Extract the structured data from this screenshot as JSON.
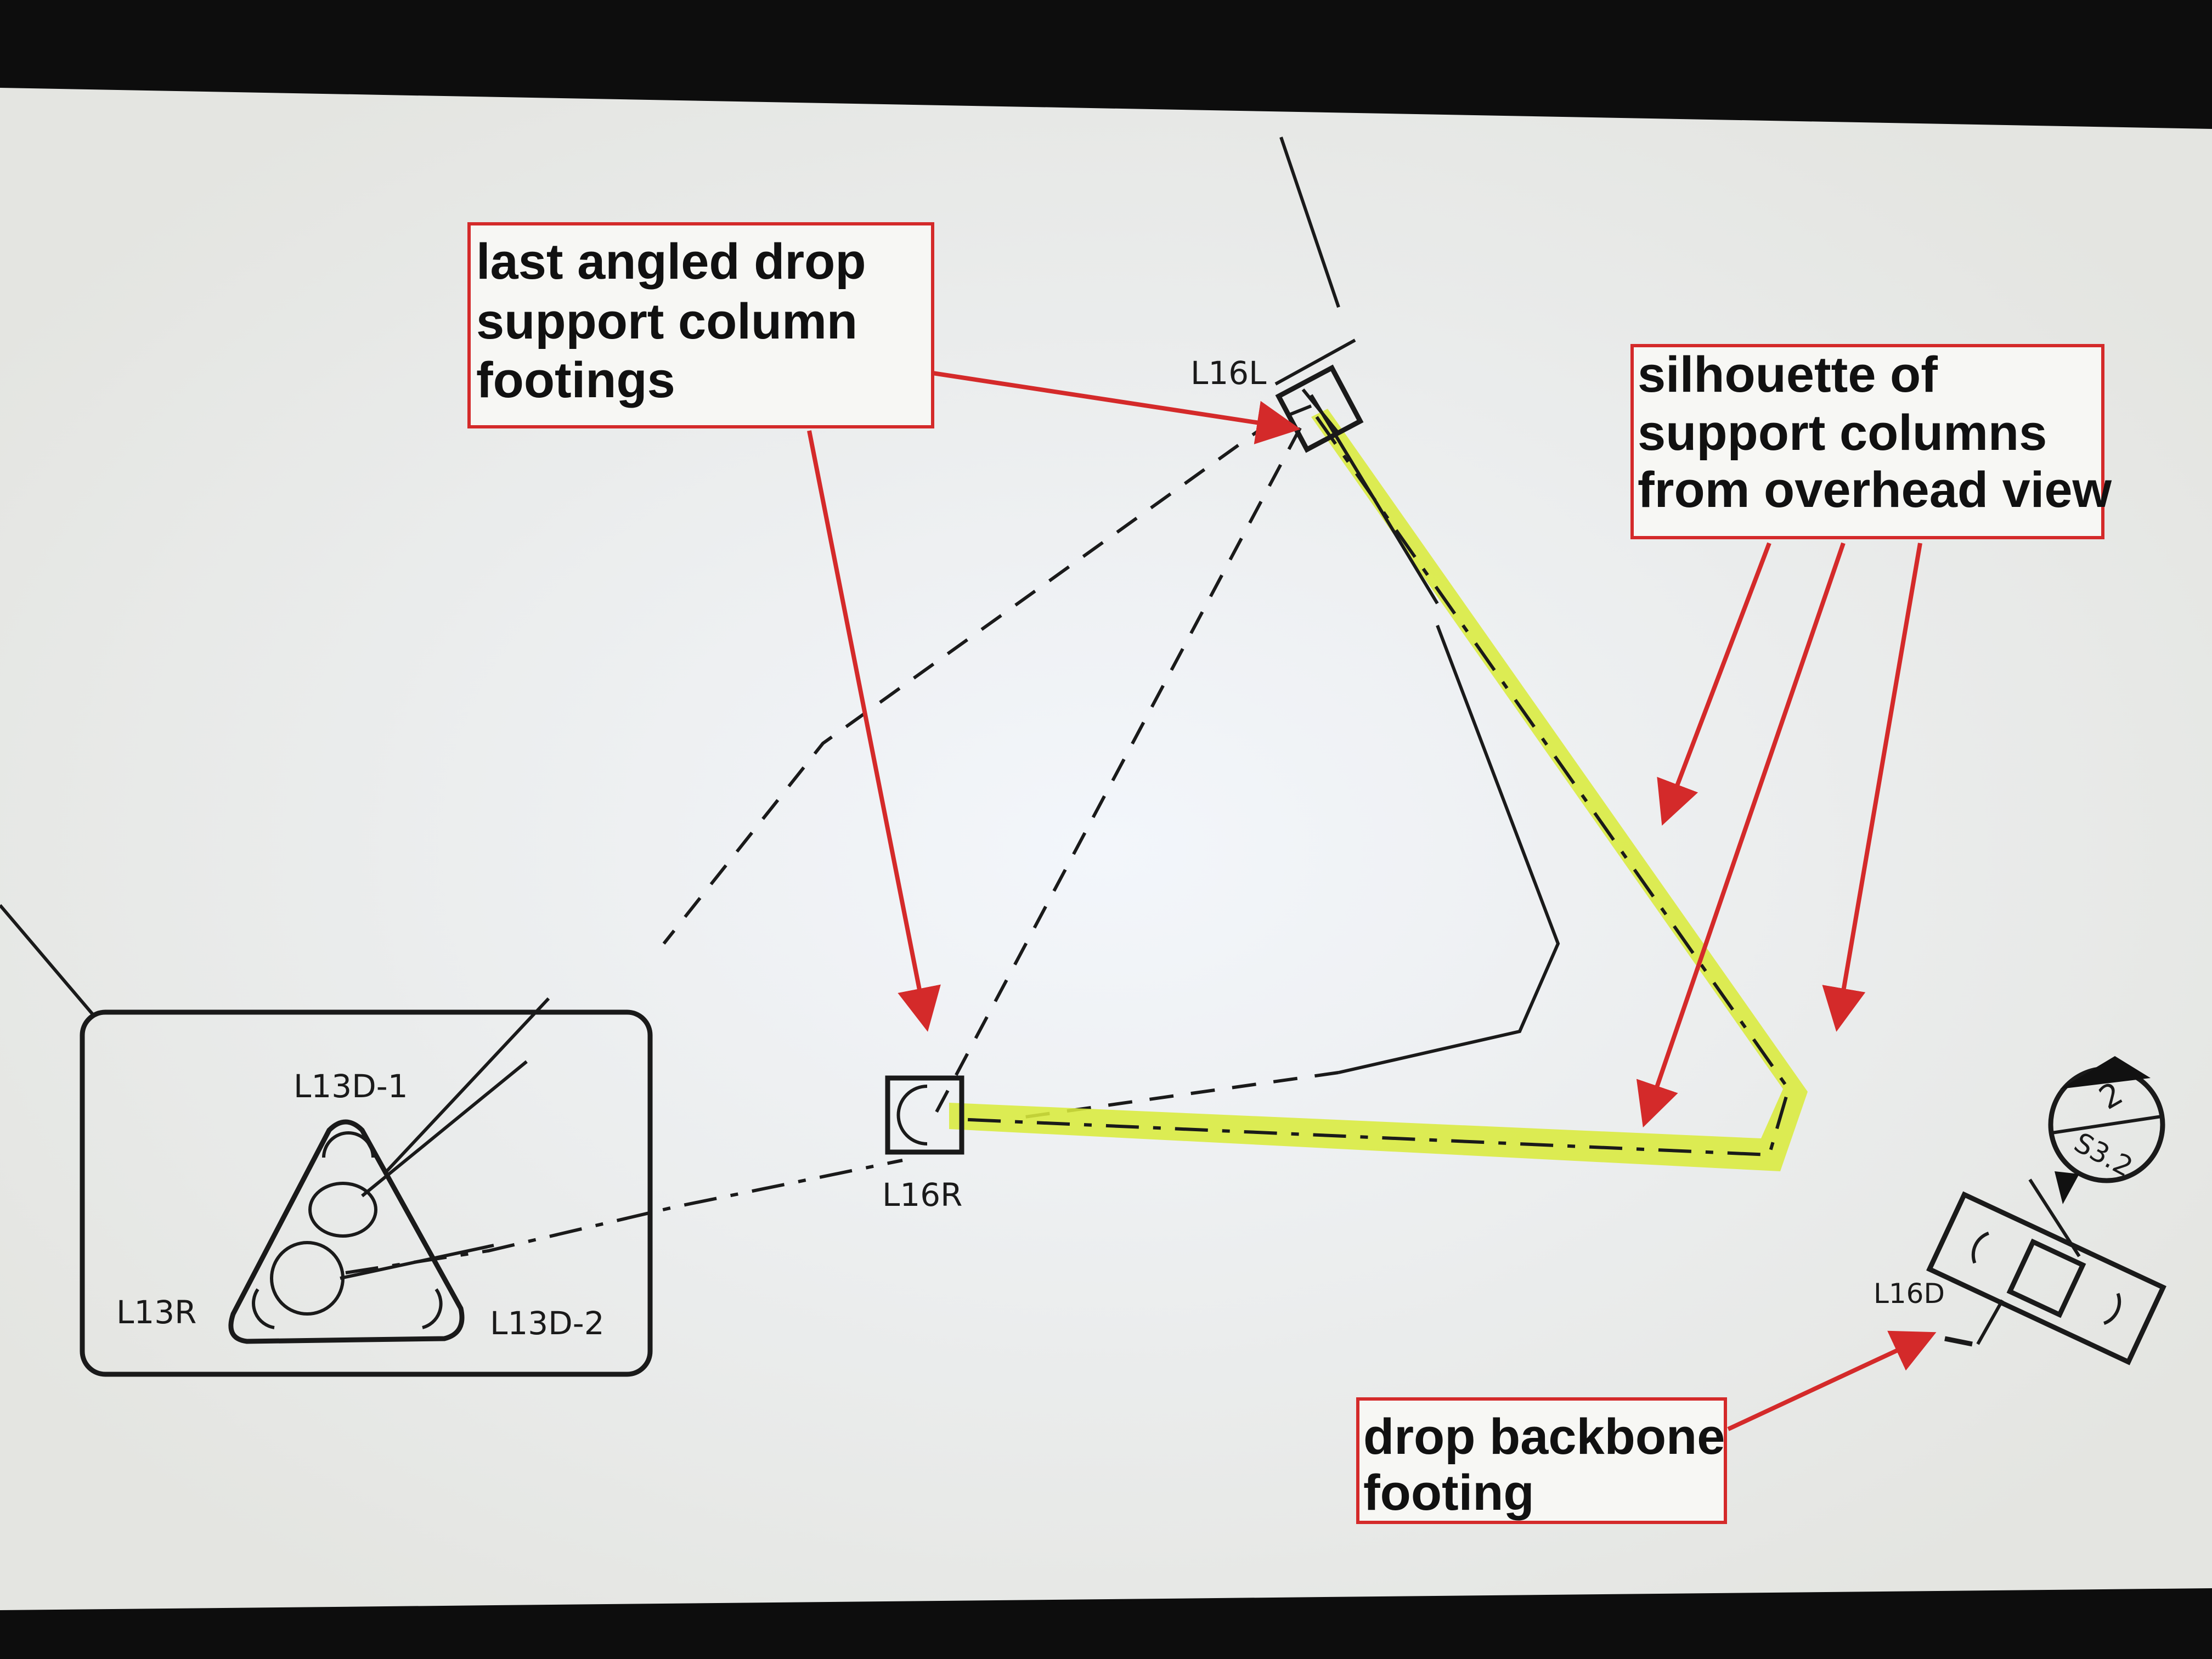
{
  "callouts": {
    "footings": [
      "last angled drop",
      "support column",
      "footings"
    ],
    "silhouette": [
      "silhouette of",
      "support columns",
      "from overhead view"
    ],
    "backbone": [
      "drop backbone",
      "footing"
    ]
  },
  "labels": {
    "l16l": "L16L",
    "l16r": "L16R",
    "l16d": "L16D",
    "l13d1": "L13D-1",
    "l13r": "L13R",
    "l13d2": "L13D-2"
  },
  "section_marker": {
    "number": "2",
    "sheet": "S3.2"
  },
  "colors": {
    "highlight": "#d9ea3c",
    "callout": "#d42a2a",
    "screen": "#ecedea"
  }
}
